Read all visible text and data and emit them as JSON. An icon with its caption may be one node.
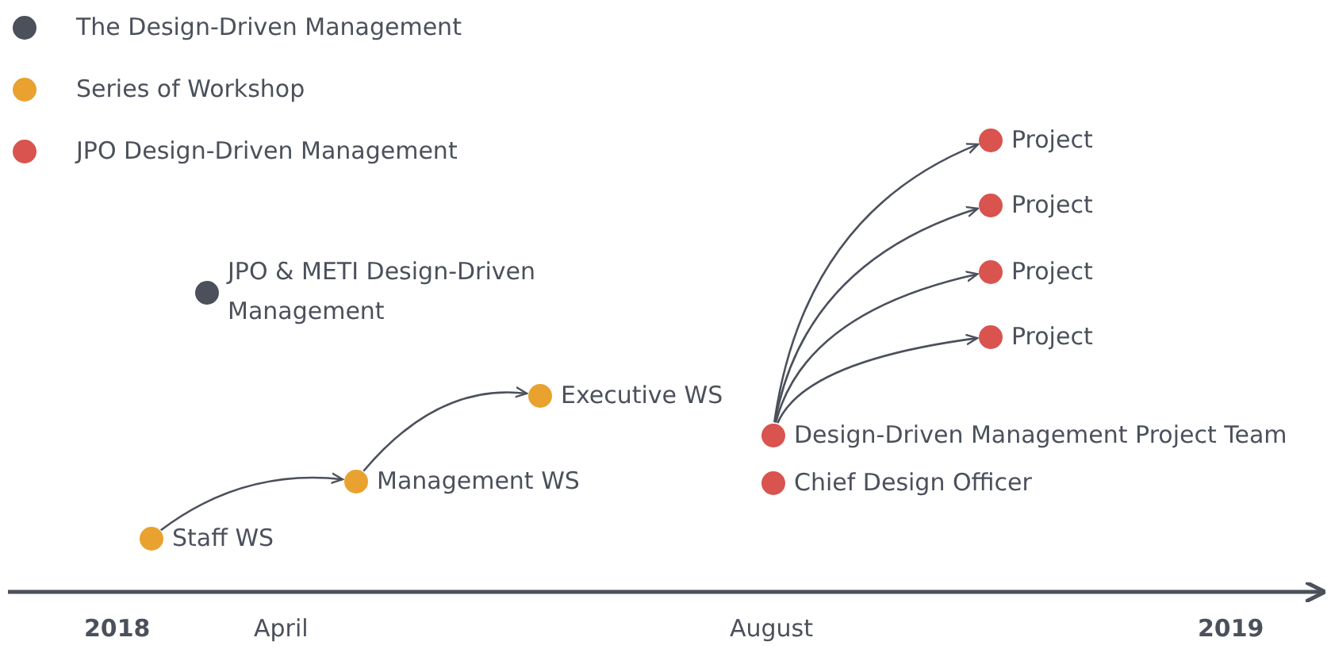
{
  "diagram": {
    "nodes": [
      {
        "text": [
          "JPO & METI Design-Driven Management"
        ]
      },
      {
        "text": [
          "Staff WS"
        ]
      },
      {
        "text": [
          "Management WS"
        ]
      },
      {
        "text": [
          "Executive WS"
        ]
      },
      {
        "text": [
          "Design-Driven Management Project Team"
        ]
      },
      {
        "text": [
          "Chief Design Officer"
        ]
      },
      {
        "text": [
          "Project"
        ]
      },
      {
        "text": [
          "Project"
        ]
      },
      {
        "text": [
          "Project"
        ]
      },
      {
        "text": [
          "Project"
        ]
      }
    ],
    "edges": [
      {
        "from": 1,
        "to": 2,
        "arrow": "to"
      },
      {
        "from": 2,
        "to": 3,
        "arrow": "to"
      },
      {
        "from": 4,
        "to": 6,
        "arrow": "to"
      },
      {
        "from": 4,
        "to": 7,
        "arrow": "to"
      },
      {
        "from": 4,
        "to": 8,
        "arrow": "to"
      },
      {
        "from": 4,
        "to": 9,
        "arrow": "to"
      }
    ],
    "labels": [
      "2018",
      "April",
      "August",
      "2019"
    ],
    "legend": [
      {
        "text": "The Design-Driven Management",
        "color": "#4b505b"
      },
      {
        "text": "Series of Workshop",
        "color": "#e9a22f"
      },
      {
        "text": "JPO Design-Driven Management",
        "color": "#d9534f"
      }
    ]
  }
}
